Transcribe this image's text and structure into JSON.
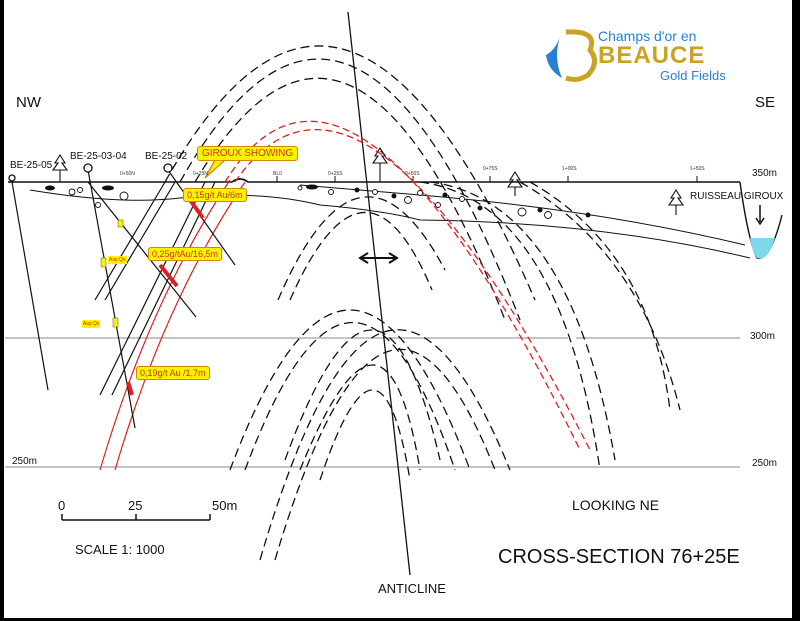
{
  "logo": {
    "line1": "Champs d'or en",
    "line2": "BEAUCE",
    "line3": "Gold Fields"
  },
  "orientation": {
    "left": "NW",
    "right": "SE"
  },
  "drillholes": [
    "BE-25-05",
    "BE-25-03-04",
    "BE-25-02"
  ],
  "showing": "GIROUX SHOWING",
  "stations": [
    "0+50N",
    "0+25N",
    "BL0",
    "0+25S",
    "0+50S",
    "0+75S",
    "1+00S",
    "1+50S"
  ],
  "elevations": {
    "e350": "350m",
    "e300": "300m",
    "e250_right": "250m",
    "e250_left": "250m"
  },
  "stream": "RUISSEAU GIROUX",
  "assays": [
    "0,15g/t Au/6m",
    "0,25g/tAu/16,5m",
    "0,19g/t Au /1,7m"
  ],
  "mineral_tags": [
    "Asp.Qv.",
    "Asp.Qv"
  ],
  "scale": {
    "ticks": [
      "0",
      "25",
      "50m"
    ],
    "label": "SCALE 1: 1000"
  },
  "looking": "LOOKING NE",
  "title": "CROSS-SECTION 76+25E",
  "anticline": "ANTICLINE",
  "colors": {
    "red": "#e02020",
    "yellow": "#ffef00",
    "water": "#7fd8e8",
    "gold": "#c9a227",
    "blue": "#2a7fd4"
  }
}
